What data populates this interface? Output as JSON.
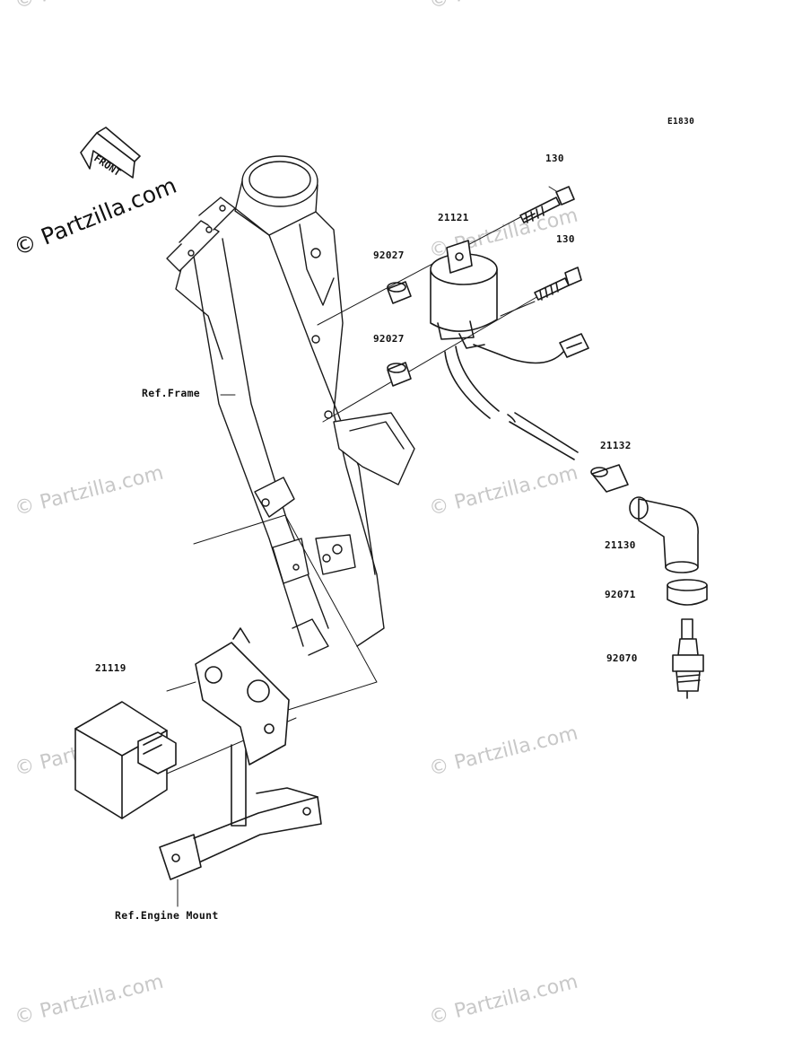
{
  "diagram_code": "E1830",
  "front_indicator": "FRONT",
  "watermark_text": "© Partzilla.com",
  "parts": {
    "bolt_upper": "130",
    "bolt_lower": "130",
    "ignition_coil": "21121",
    "collar_upper": "92027",
    "collar_lower": "92027",
    "cap_connector": "21132",
    "plug_cap": "21130",
    "cap_seal": "92071",
    "spark_plug": "92070",
    "igniter": "21119"
  },
  "references": {
    "frame": "Ref.Frame",
    "engine_mount": "Ref.Engine Mount"
  }
}
